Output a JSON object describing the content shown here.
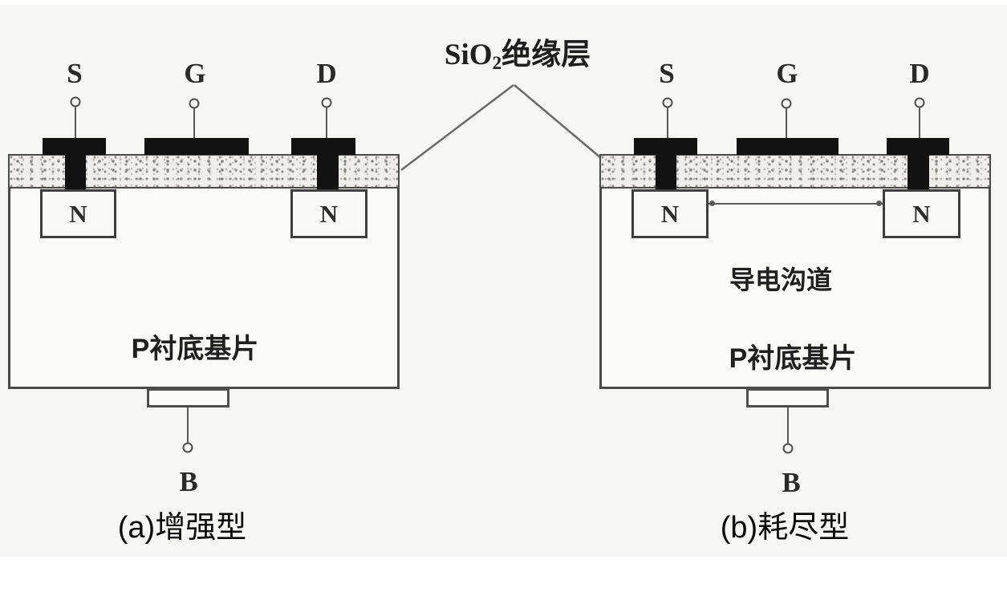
{
  "figure": {
    "insulator_label": {
      "prefix": "SiO",
      "subscript": "2",
      "suffix": "绝缘层"
    },
    "panel_a": {
      "source": "S",
      "gate": "G",
      "drain": "D",
      "bulk": "B",
      "n_left": "N",
      "n_right": "N",
      "substrate": "P衬底基片",
      "caption": "(a)增强型"
    },
    "panel_b": {
      "source": "S",
      "gate": "G",
      "drain": "D",
      "bulk": "B",
      "n_left": "N",
      "n_right": "N",
      "substrate": "P衬底基片",
      "channel": "导电沟道",
      "caption": "(b)耗尽型"
    }
  },
  "colors": {
    "electrode": "#121212",
    "line_ink": "#5a5a5a",
    "text_ink": "#1f1f1f",
    "scan_background": "#f6f6f4"
  }
}
